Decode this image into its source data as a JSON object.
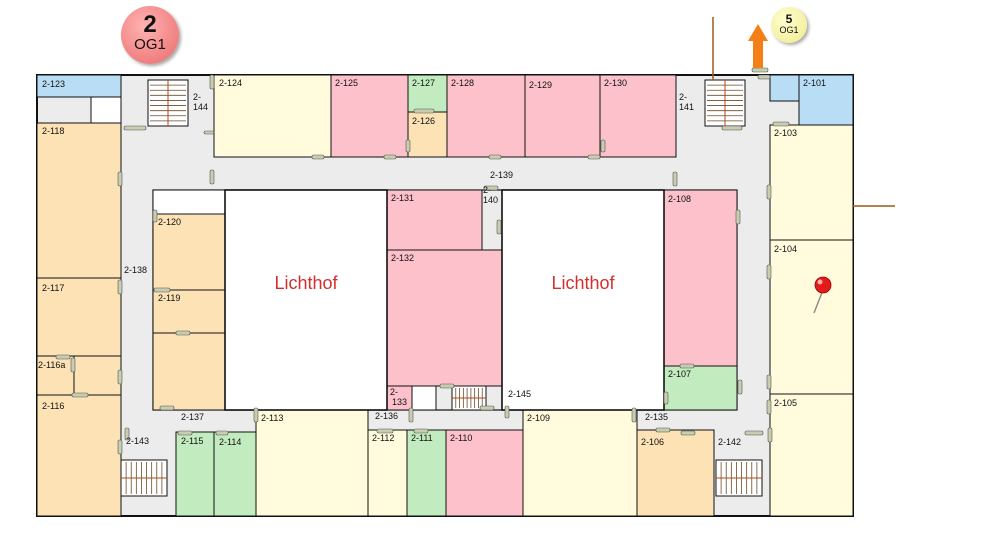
{
  "floor_badge": {
    "number": "2",
    "level": "OG1"
  },
  "up_badge": {
    "number": "5",
    "level": "OG1"
  },
  "courtyards": [
    "Lichthof",
    "Lichthof"
  ],
  "colors": {
    "lecture": "#fffbdc",
    "office": "#fde2b6",
    "lab": "#fdc1cc",
    "service": "#c2ecc0",
    "technical": "#b9ddf4",
    "corridor": "#ececec",
    "wall": "#111111",
    "door": "#c8cdb0",
    "arrow": "#f57f17",
    "outline_lines": "#9a5a1a",
    "courtyard_text": "#d32f2f"
  },
  "rooms": [
    {
      "id": "2-123",
      "type": "technical"
    },
    {
      "id": "2-124",
      "type": "lecture"
    },
    {
      "id": "2-125",
      "type": "lab"
    },
    {
      "id": "2-127",
      "type": "service"
    },
    {
      "id": "2-126",
      "type": "office"
    },
    {
      "id": "2-128",
      "type": "lab"
    },
    {
      "id": "2-129",
      "type": "lab"
    },
    {
      "id": "2-130",
      "type": "lab"
    },
    {
      "id": "2-101",
      "type": "technical"
    },
    {
      "id": "2-118",
      "type": "office"
    },
    {
      "id": "2-117",
      "type": "office"
    },
    {
      "id": "2-116a",
      "type": "office"
    },
    {
      "id": "2-116",
      "type": "office"
    },
    {
      "id": "2-120",
      "type": "office"
    },
    {
      "id": "2-119",
      "type": "office"
    },
    {
      "id": "2-131",
      "type": "lab"
    },
    {
      "id": "2-132",
      "type": "lab"
    },
    {
      "id": "2-133",
      "type": "lab"
    },
    {
      "id": "2-108",
      "type": "lab"
    },
    {
      "id": "2-107",
      "type": "service"
    },
    {
      "id": "2-103",
      "type": "lecture"
    },
    {
      "id": "2-104",
      "type": "lecture"
    },
    {
      "id": "2-105",
      "type": "lecture"
    },
    {
      "id": "2-115",
      "type": "service"
    },
    {
      "id": "2-114",
      "type": "service"
    },
    {
      "id": "2-113",
      "type": "lecture"
    },
    {
      "id": "2-112",
      "type": "lecture"
    },
    {
      "id": "2-111",
      "type": "service"
    },
    {
      "id": "2-110",
      "type": "lab"
    },
    {
      "id": "2-109",
      "type": "lecture"
    },
    {
      "id": "2-106",
      "type": "office"
    }
  ],
  "corridor_labels": [
    "2-144",
    "2-141",
    "2-139",
    "2-140",
    "2-138",
    "2-137",
    "2-136",
    "2-135",
    "2-145",
    "2-143",
    "2-142"
  ],
  "marker": {
    "icon": "map-pin-icon",
    "room": "2-104"
  }
}
